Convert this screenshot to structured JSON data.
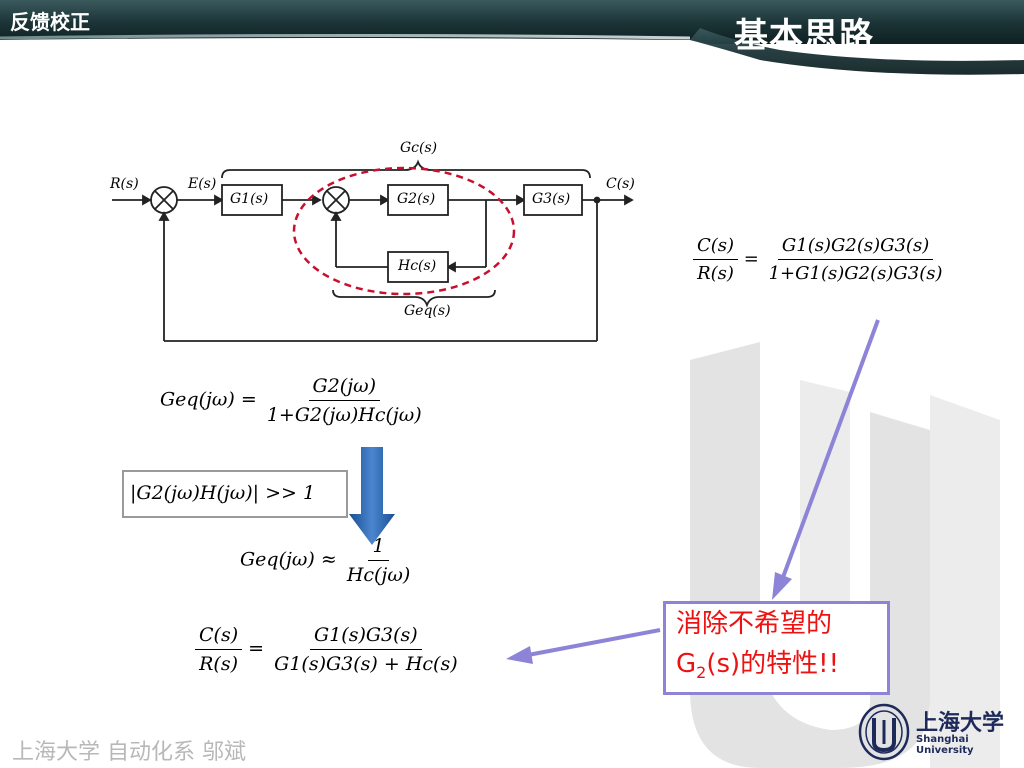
{
  "header": {
    "section": "反馈校正",
    "title": "基本思路"
  },
  "diagram": {
    "R": "R(s)",
    "E": "E(s)",
    "C": "C(s)",
    "Gc": "Gc(s)",
    "Geq": "Geq(s)",
    "G1": "G1(s)",
    "G2": "G2(s)",
    "G3": "G3(s)",
    "Hc": "Hc(s)"
  },
  "formulas": {
    "overall_lhs_num": "C(s)",
    "overall_lhs_den": "R(s)",
    "overall_num": "G1(s)G2(s)G3(s)",
    "overall_den": "1+G1(s)G2(s)G3(s)",
    "geq_lhs": "Geq(jω) =",
    "geq_num": "G2(jω)",
    "geq_den": "1+G2(jω)Hc(jω)",
    "condition": "|G2(jω)H(jω)| >> 1",
    "approx_lhs": "Geq(jω) ≈",
    "approx_num": "1",
    "approx_den": "Hc(jω)",
    "final_lhs_num": "C(s)",
    "final_lhs_den": "R(s)",
    "final_num": "G1(s)G3(s)",
    "final_den": "G1(s)G3(s) + Hc(s)"
  },
  "note": {
    "line1": "消除不希望的",
    "line2_sub": "2",
    "line2_prefix": "G",
    "line2_suffix": "(s)的特性!!"
  },
  "footer": "上海大学  自动化系  邬斌",
  "logo": {
    "cn": "上海大学",
    "en": "Shanghai University"
  },
  "colors": {
    "header_dark": "#1f3b3f",
    "accent_red": "#ee1111",
    "arrow_purple": "#8d84d8",
    "arrow_blue": "#1f5fa8",
    "ellipse_red": "#c8102e"
  }
}
